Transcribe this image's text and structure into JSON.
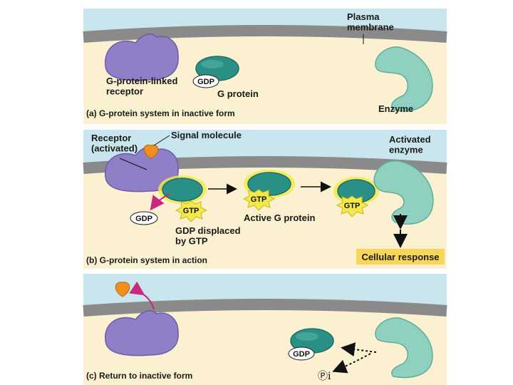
{
  "colors": {
    "extracellular": "#c9e6ee",
    "cytoplasm": "#fbf0cf",
    "membrane": "#8a8a8a",
    "receptor": "#8f7fc6",
    "g_protein": "#2a8f84",
    "enzyme": "#8fd0c0",
    "signal": "#ee8f1e",
    "arrow_magenta": "#c8287d",
    "gtp_burst": "#f4e94b",
    "response_box": "#f7d65a"
  },
  "panel_a": {
    "caption": "(a) G-protein system in inactive form",
    "plasma_membrane_label": "Plasma\nmembrane",
    "receptor_label": "G-protein-linked\nreceptor",
    "gdp_label": "GDP",
    "g_protein_label": "G protein",
    "enzyme_label": "Enzyme"
  },
  "panel_b": {
    "caption": "(b) G-protein system in action",
    "receptor_label": "Receptor\n(activated)",
    "signal_label": "Signal molecule",
    "activated_enzyme_label": "Activated\nenzyme",
    "gdp_label": "GDP",
    "gtp_label": "GTP",
    "gdp_displaced_label": "GDP displaced\nby GTP",
    "active_g_protein_label": "Active G protein",
    "cellular_response_label": "Cellular response"
  },
  "panel_c": {
    "caption": "(c) Return to inactive form",
    "gdp_label": "GDP",
    "pi_label": "Ⓟi"
  }
}
